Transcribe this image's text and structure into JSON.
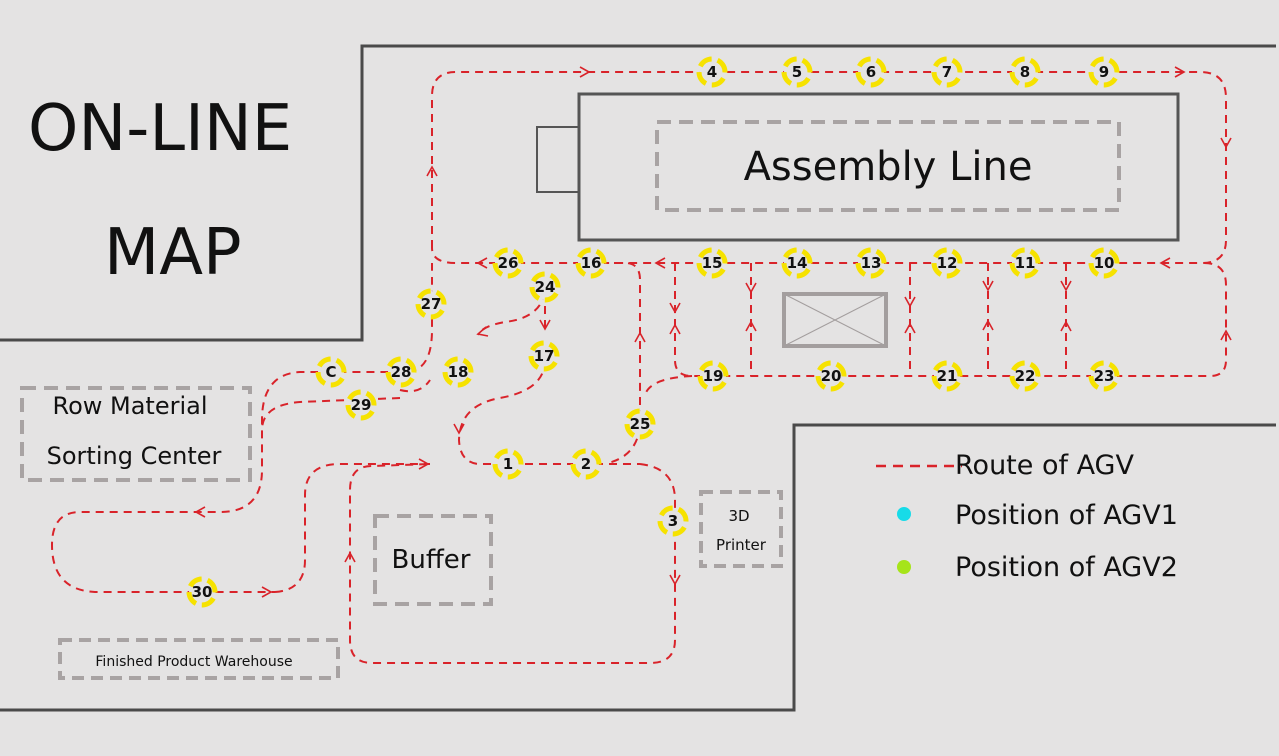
{
  "title": {
    "line1": "ON-LINE",
    "line2": "MAP"
  },
  "areas": {
    "assembly": "Assembly Line",
    "row_material_1": "Row Material",
    "row_material_2": "Sorting Center",
    "buffer": "Buffer",
    "printer_1": "3D",
    "printer_2": "Printer",
    "warehouse": "Finished Product Warehouse"
  },
  "stations": [
    "4",
    "5",
    "6",
    "7",
    "8",
    "9",
    "26",
    "16",
    "15",
    "14",
    "13",
    "12",
    "11",
    "10",
    "27",
    "24",
    "17",
    "18",
    "28",
    "C",
    "29",
    "19",
    "20",
    "21",
    "22",
    "23",
    "25",
    "1",
    "2",
    "3",
    "30"
  ],
  "legend": {
    "route": "Route of AGV",
    "agv1": "Position of AGV1",
    "agv2": "Position of AGV2"
  },
  "colors": {
    "route": "#d9232a",
    "agv1": "#17dbe8",
    "agv2": "#a6e41a",
    "station": "#f6e200",
    "wall": "#4a4a4a",
    "dashed_box": "#a8a3a3"
  }
}
